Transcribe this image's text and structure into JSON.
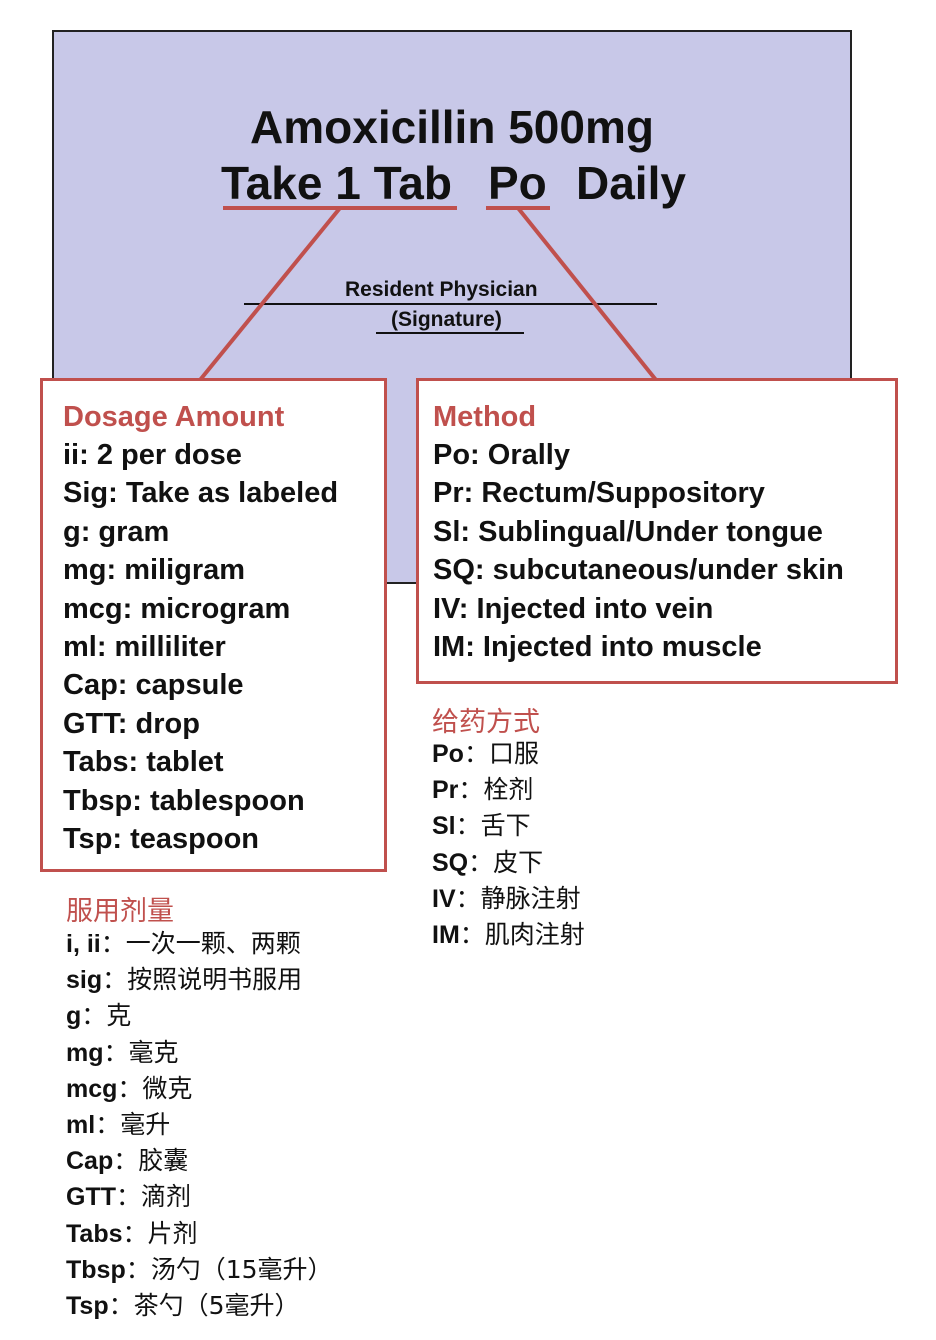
{
  "colors": {
    "card_bg": "#c8c8e8",
    "accent_red": "#c0504d",
    "text": "#111111"
  },
  "prescription": {
    "drug_line": "Amoxicillin 500mg",
    "dose_text": "Take 1 Tab",
    "route_text": "Po",
    "frequency_text": "Daily",
    "signature_label": "Resident Physician",
    "signature_sub": "(Signature)"
  },
  "dosage_box": {
    "title": "Dosage Amount",
    "items": [
      "ii: 2 per dose",
      "Sig: Take as labeled",
      "g: gram",
      "mg: miligram",
      "mcg: microgram",
      "ml: milliliter",
      "Cap: capsule",
      "GTT: drop",
      "Tabs: tablet",
      "Tbsp: tablespoon",
      "Tsp: teaspoon"
    ]
  },
  "method_box": {
    "title": "Method",
    "items": [
      "Po: Orally",
      "Pr: Rectum/Suppository",
      "Sl: Sublingual/Under tongue",
      "SQ: subcutaneous/under skin",
      "IV: Injected into vein",
      "IM: Injected into muscle"
    ]
  },
  "method_cn": {
    "title": "给药方式",
    "items": [
      {
        "key": "Po",
        "sep": "：",
        "value": "口服"
      },
      {
        "key": "Pr",
        "sep": "：",
        "value": "栓剂"
      },
      {
        "key": "Sl",
        "sep": "：",
        "value": "舌下"
      },
      {
        "key": "SQ",
        "sep": "：",
        "value": "皮下"
      },
      {
        "key": "IV",
        "sep": "：",
        "value": "静脉注射"
      },
      {
        "key": "IM",
        "sep": "：",
        "value": "肌肉注射"
      }
    ]
  },
  "dosage_cn": {
    "title": "服用剂量",
    "items": [
      {
        "key": "i, ii",
        "sep": "：",
        "value": "一次一颗、两颗"
      },
      {
        "key": "sig",
        "sep": "：",
        "value": "按照说明书服用"
      },
      {
        "key": "g",
        "sep": "：",
        "value": "克"
      },
      {
        "key": "mg",
        "sep": "：",
        "value": "毫克"
      },
      {
        "key": "mcg",
        "sep": "：",
        "value": "微克"
      },
      {
        "key": "ml",
        "sep": "：",
        "value": "毫升"
      },
      {
        "key": "Cap",
        "sep": "：",
        "value": "胶囊"
      },
      {
        "key": "GTT",
        "sep": "：",
        "value": "滴剂"
      },
      {
        "key": "Tabs",
        "sep": "：",
        "value": "片剂"
      },
      {
        "key": "Tbsp",
        "sep": "：",
        "value": "汤勺（15毫升）"
      },
      {
        "key": "Tsp",
        "sep": "：",
        "value": "茶勺（5毫升）"
      }
    ]
  }
}
